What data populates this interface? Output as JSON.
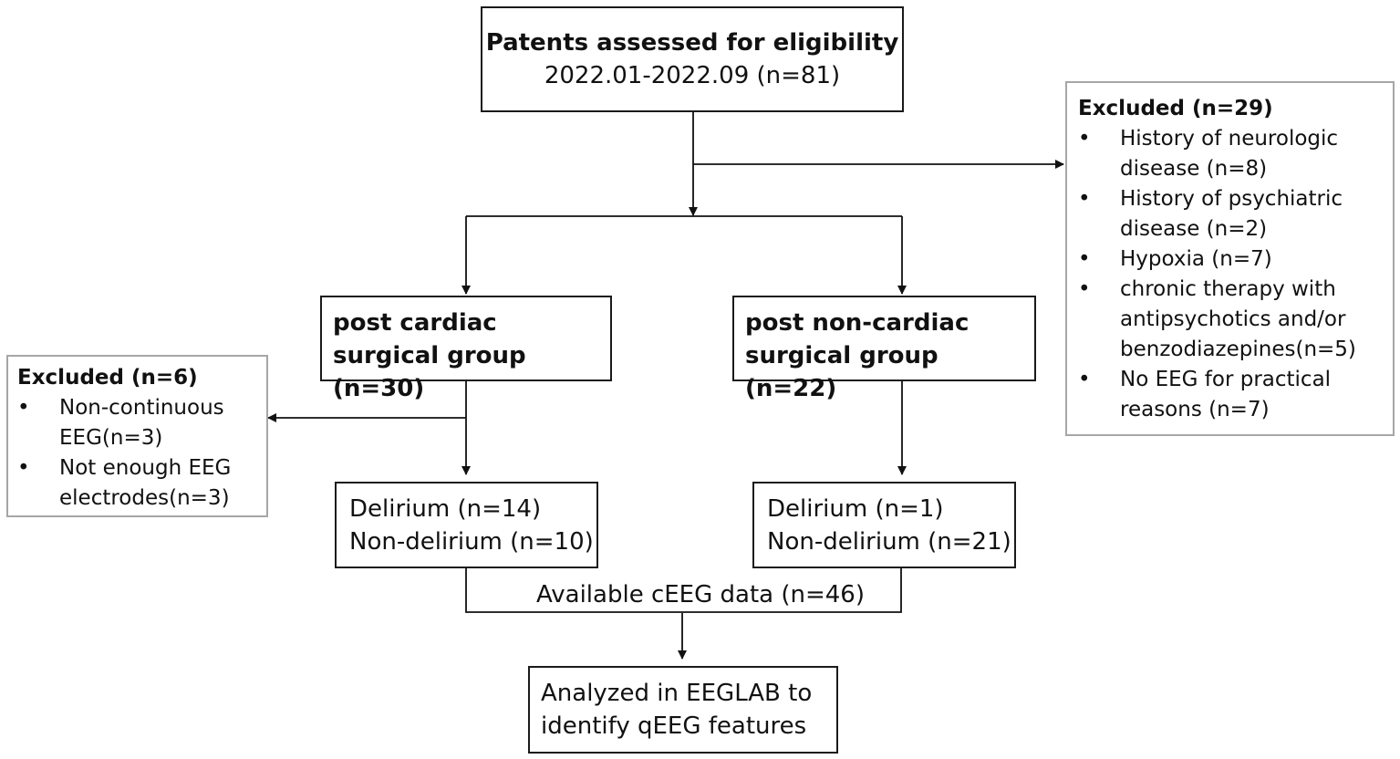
{
  "eligibility": {
    "title": "Patents assessed for eligibility",
    "subtitle": "2022.01-2022.09 (n=81)"
  },
  "excluded_top": {
    "title": "Excluded (n=29)",
    "items": [
      "History of neurologic disease (n=8)",
      "History of psychiatric disease (n=2)",
      "Hypoxia (n=7)",
      "chronic therapy with antipsychotics and/or benzodiazepines(n=5)",
      "No EEG for practical reasons (n=7)"
    ]
  },
  "cardiac_group": {
    "label": "post cardiac surgical group (n=30)"
  },
  "noncardiac_group": {
    "label": "post non-cardiac surgical group (n=22)"
  },
  "excluded_left": {
    "title": "Excluded (n=6)",
    "items": [
      "Non-continuous EEG(n=3)",
      "Not enough EEG electrodes(n=3)"
    ]
  },
  "cardiac_outcome": {
    "delirium": "Delirium (n=14)",
    "non_delirium": "Non-delirium (n=10)"
  },
  "noncardiac_outcome": {
    "delirium": "Delirium (n=1)",
    "non_delirium": "Non-delirium (n=21)"
  },
  "available": {
    "label": "Available cEEG data (n=46)"
  },
  "analyzed": {
    "label": "Analyzed in EEGLAB to identify qEEG features"
  }
}
